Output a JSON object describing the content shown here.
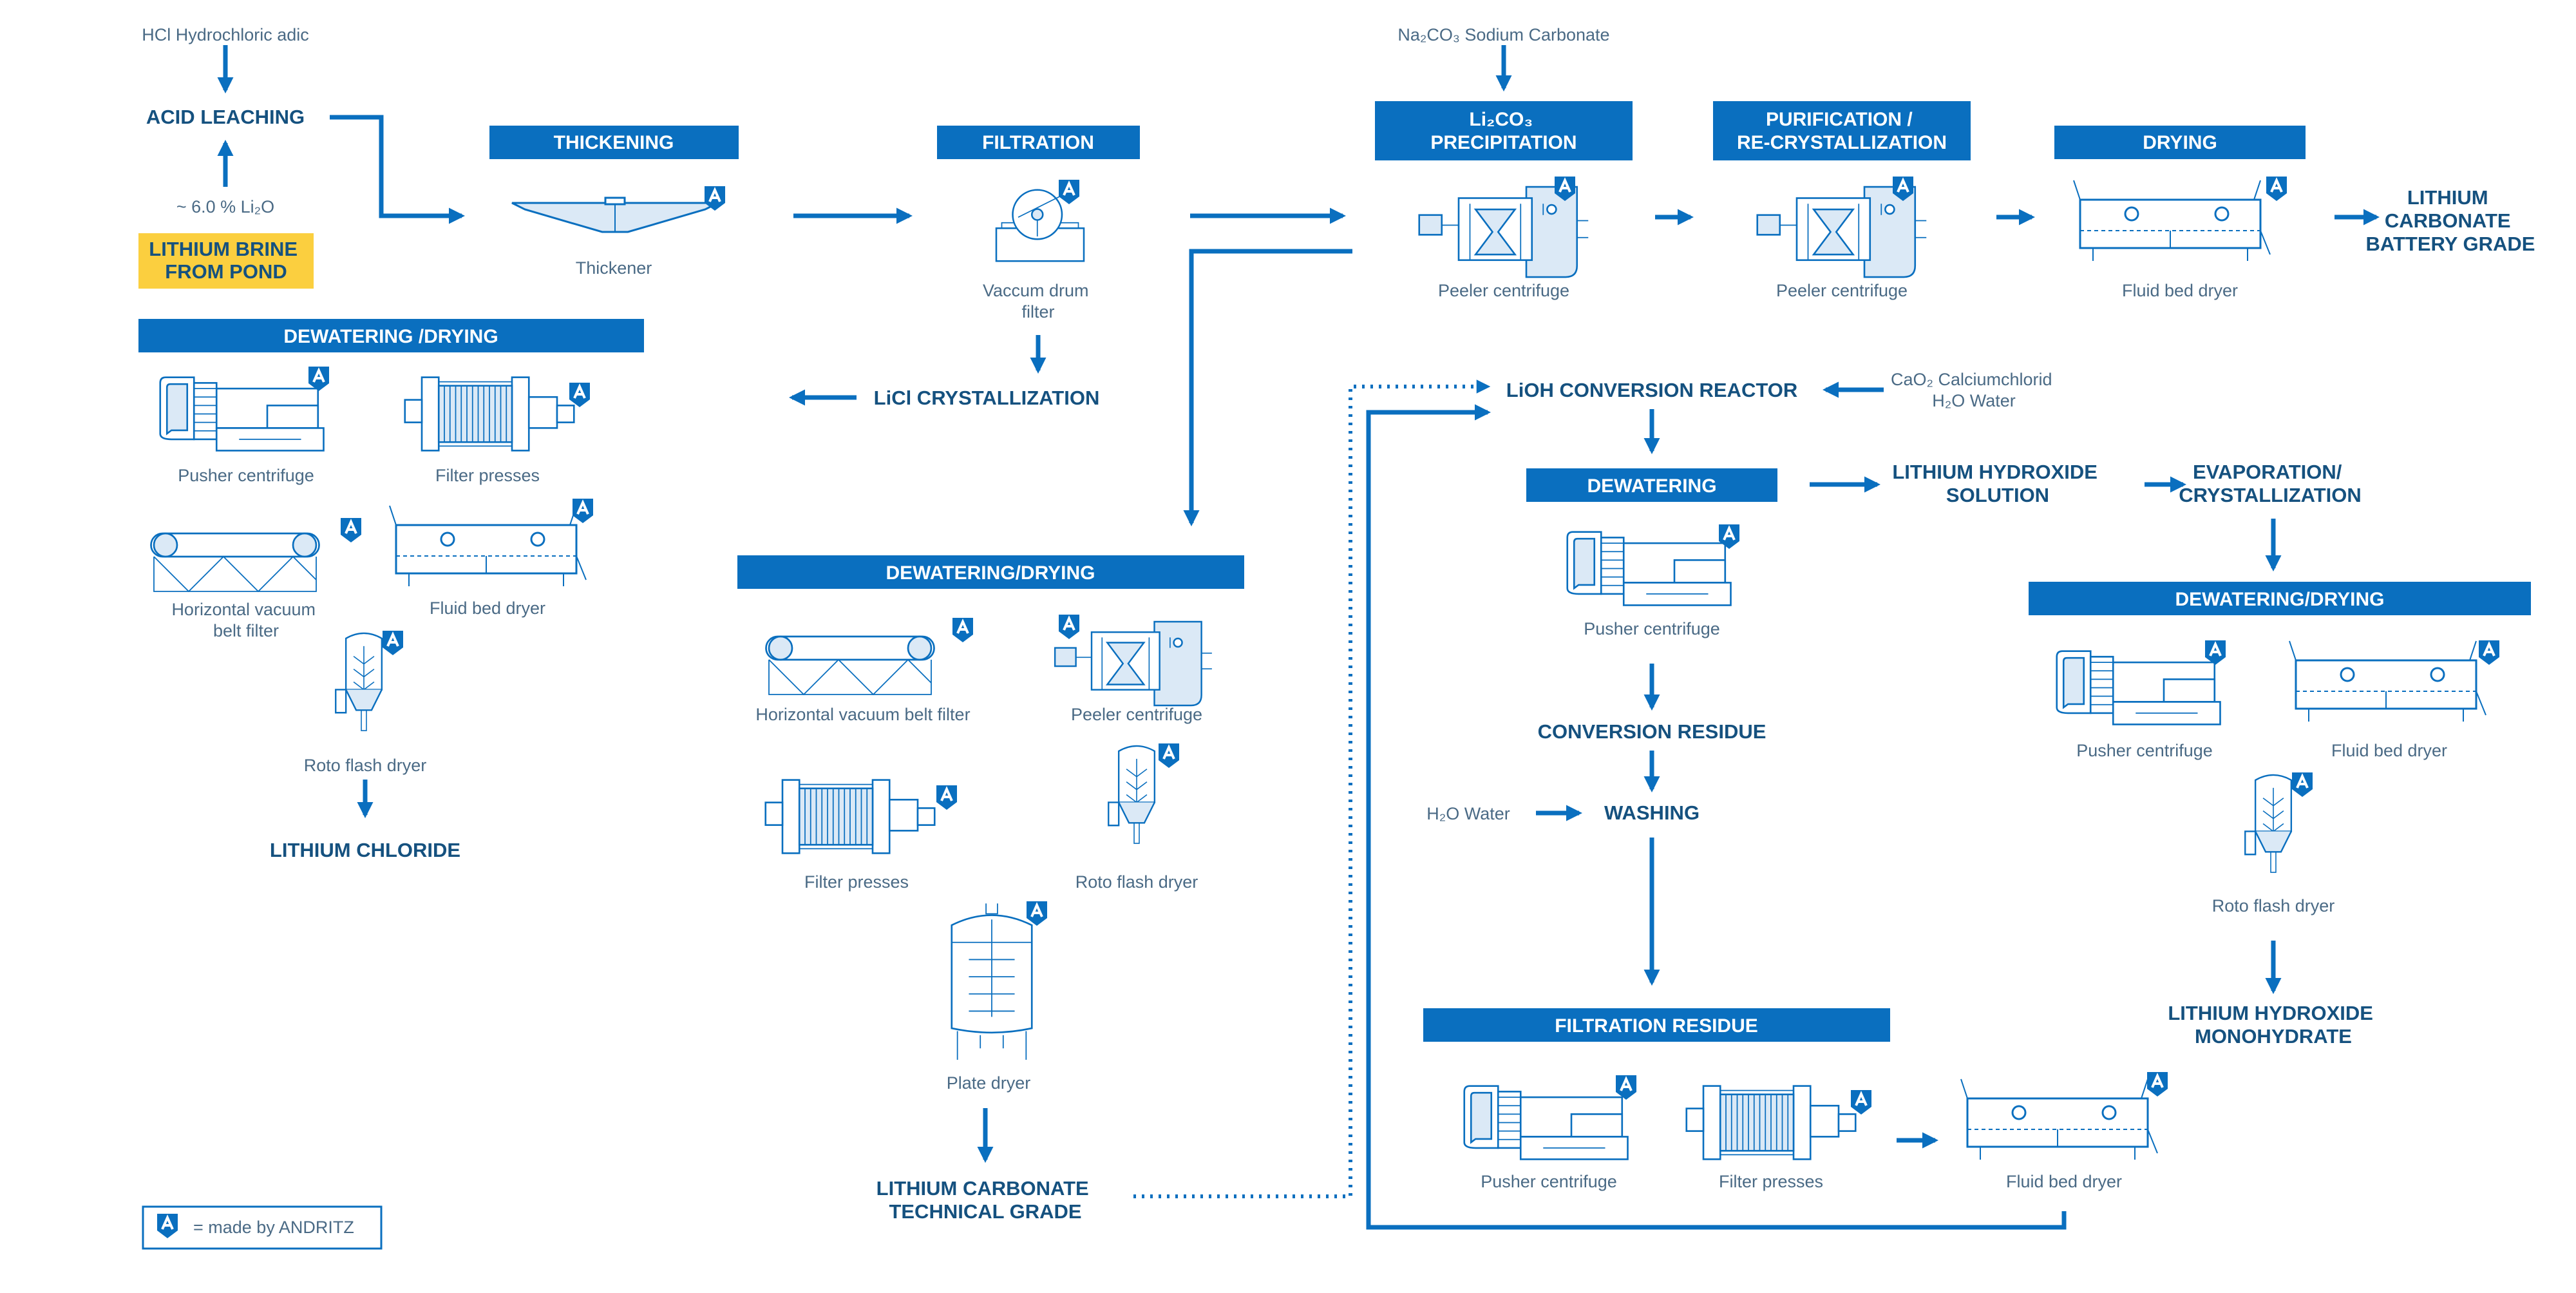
{
  "inputs": {
    "hcl": "HCl Hydrochloric adic",
    "li2o": "~ 6.0 % Li₂O",
    "brine": [
      "LITHIUM BRINE",
      "FROM POND"
    ],
    "na2co3": "Na₂CO₃ Sodium Carbonate",
    "cao": "CaO₂ Calciumchlorid",
    "h2o_r": "H₂O Water",
    "h2o_w": "H₂O Water"
  },
  "steps": {
    "acid": "ACID LEACHING",
    "licl_cryst": "LiCl CRYSTALLIZATION",
    "licl": "LITHIUM CHLORIDE",
    "li2co3_tech": [
      "LITHIUM CARBONATE",
      "TECHNICAL GRADE"
    ],
    "lioh_reactor": "LiOH CONVERSION REACTOR",
    "lioh_sol": [
      "LITHIUM HYDROXIDE",
      "SOLUTION"
    ],
    "evap": [
      "EVAPORATION/",
      "CRYSTALLIZATION"
    ],
    "conv_res": "CONVERSION RESIDUE",
    "washing": "WASHING",
    "lioh_mono": [
      "LITHIUM HYDROXIDE",
      "MONOHYDRATE"
    ],
    "batt": [
      "LITHIUM",
      "CARBONATE",
      "BATTERY GRADE"
    ]
  },
  "headers": {
    "thickening": "THICKENING",
    "filtration": "FILTRATION",
    "precip": [
      "Li₂CO₃",
      "PRECIPITATION"
    ],
    "purif": [
      "PURIFICATION /",
      "RE-CRYSTALLIZATION"
    ],
    "drying": "DRYING",
    "dw_left": "DEWATERING /DRYING",
    "dw_mid": "DEWATERING/DRYING",
    "dewatering": "DEWATERING",
    "dw_right": "DEWATERING/DRYING",
    "filt_res": "FILTRATION RESIDUE"
  },
  "equipment": {
    "thickener": "Thickener",
    "vacuum_drum": [
      "Vaccum drum",
      "filter"
    ],
    "peeler_1": "Peeler centrifuge",
    "peeler_2": "Peeler centrifuge",
    "fluid_top": "Fluid bed dryer",
    "pusher_l": "Pusher centrifuge",
    "filterpress_l": "Filter presses",
    "hvbf_l": [
      "Horizontal vacuum",
      "belt filter"
    ],
    "fluid_l": "Fluid bed dryer",
    "roto_l": "Roto flash dryer",
    "hvbf_m": "Horizontal vacuum belt filter",
    "peeler_m": "Peeler centrifuge",
    "filterpress_m": "Filter presses",
    "roto_m": "Roto flash dryer",
    "plate": "Plate dryer",
    "pusher_dw": "Pusher centrifuge",
    "pusher_r": "Pusher centrifuge",
    "fluid_r": "Fluid bed dryer",
    "roto_r": "Roto flash dryer",
    "pusher_fr": "Pusher centrifuge",
    "filterpress_fr": "Filter presses",
    "fluid_fr": "Fluid bed dryer"
  },
  "legend": "= made by ANDRITZ",
  "colors": {
    "accent": "#0a6fbf",
    "highlight": "#fbcf3f",
    "text": "#4a6a85",
    "step": "#15517f"
  },
  "icons": [
    "andritz-badge-icon",
    "arrow-icon",
    "pusher-centrifuge-icon",
    "filter-press-icon",
    "fluid-bed-dryer-icon",
    "roto-flash-dryer-icon",
    "belt-filter-icon",
    "peeler-centrifuge-icon",
    "thickener-icon",
    "vacuum-drum-filter-icon",
    "plate-dryer-icon"
  ]
}
